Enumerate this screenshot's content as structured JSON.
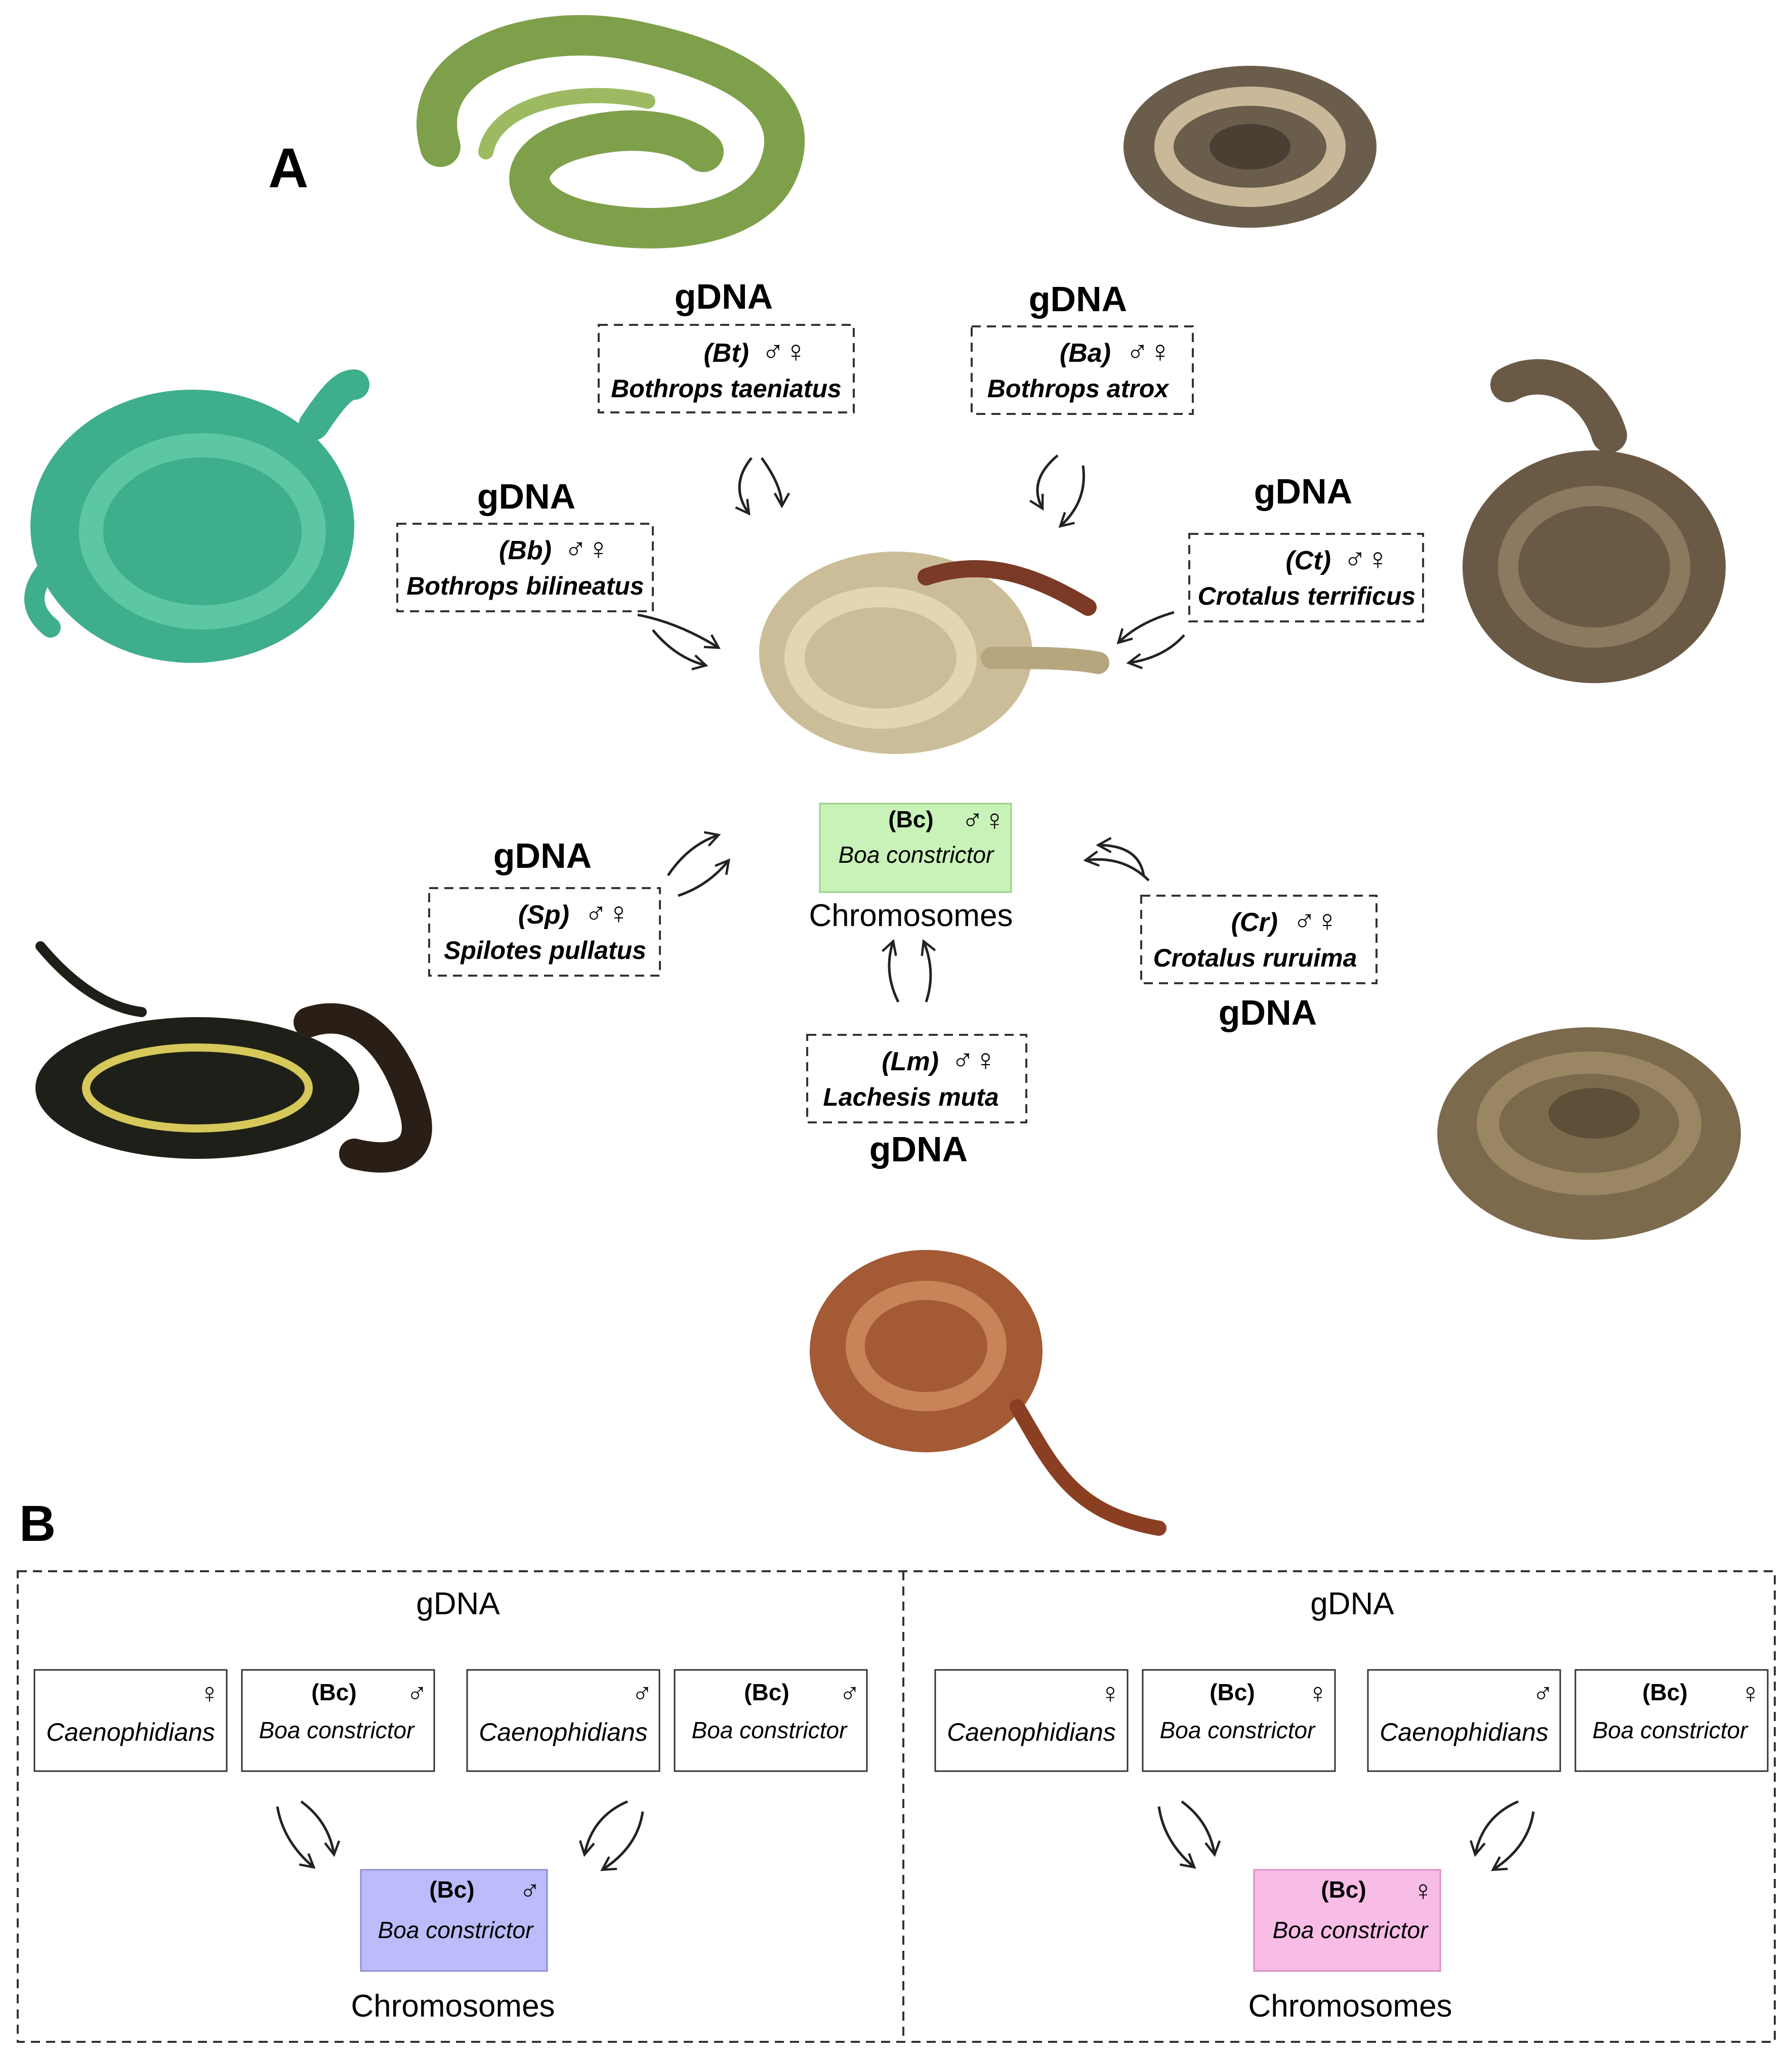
{
  "panel_a": {
    "label": "A",
    "gdna_label": "gDNA",
    "sex_symbols": "♂♀",
    "species": [
      {
        "abbr": "(Bt)",
        "name": "Bothrops taeniatus"
      },
      {
        "abbr": "(Ba)",
        "name": "Bothrops atrox"
      },
      {
        "abbr": "(Bb)",
        "name": "Bothrops bilineatus"
      },
      {
        "abbr": "(Ct)",
        "name": "Crotalus terrificus"
      },
      {
        "abbr": "(Sp)",
        "name": "Spilotes pullatus"
      },
      {
        "abbr": "(Cr)",
        "name": "Crotalus ruruima"
      },
      {
        "abbr": "(Lm)",
        "name": "Lachesis muta"
      }
    ],
    "center": {
      "abbr": "(Bc)",
      "name": "Boa constrictor",
      "sex": "♂♀",
      "caption": "Chromosomes",
      "color": "#c9f2b8"
    },
    "photos": [
      {
        "icon": "green-pitviper-photo",
        "color": "#7fa04a"
      },
      {
        "icon": "atrox-photo",
        "color": "#6b5d4c"
      },
      {
        "icon": "bilineatus-photo",
        "color": "#3fae8c"
      },
      {
        "icon": "rattlesnake-photo",
        "color": "#6a5a45"
      },
      {
        "icon": "boa-photo",
        "color": "#cbbd97"
      },
      {
        "icon": "spilotes-photo",
        "color": "#1f1f19"
      },
      {
        "icon": "ruruima-photo",
        "color": "#7c6a4d"
      },
      {
        "icon": "lachesis-photo",
        "color": "#a35a35"
      }
    ]
  },
  "panel_b": {
    "label": "B",
    "gdna_label": "gDNA",
    "caption": "Chromosomes",
    "left": {
      "boxes": [
        {
          "abbr": "",
          "name": "Caenophidians",
          "sex": "♀"
        },
        {
          "abbr": "(Bc)",
          "name": "Boa constrictor",
          "sex": "♂"
        },
        {
          "abbr": "",
          "name": "Caenophidians",
          "sex": "♂"
        },
        {
          "abbr": "(Bc)",
          "name": "Boa constrictor",
          "sex": "♂"
        }
      ],
      "target": {
        "abbr": "(Bc)",
        "name": "Boa constrictor",
        "sex": "♂",
        "color": "#bcbcfa"
      }
    },
    "right": {
      "boxes": [
        {
          "abbr": "",
          "name": "Caenophidians",
          "sex": "♀"
        },
        {
          "abbr": "(Bc)",
          "name": "Boa constrictor",
          "sex": "♀"
        },
        {
          "abbr": "",
          "name": "Caenophidians",
          "sex": "♂"
        },
        {
          "abbr": "(Bc)",
          "name": "Boa constrictor",
          "sex": "♀"
        }
      ],
      "target": {
        "abbr": "(Bc)",
        "name": "Boa constrictor",
        "sex": "♀",
        "color": "#f8bde6"
      }
    }
  }
}
